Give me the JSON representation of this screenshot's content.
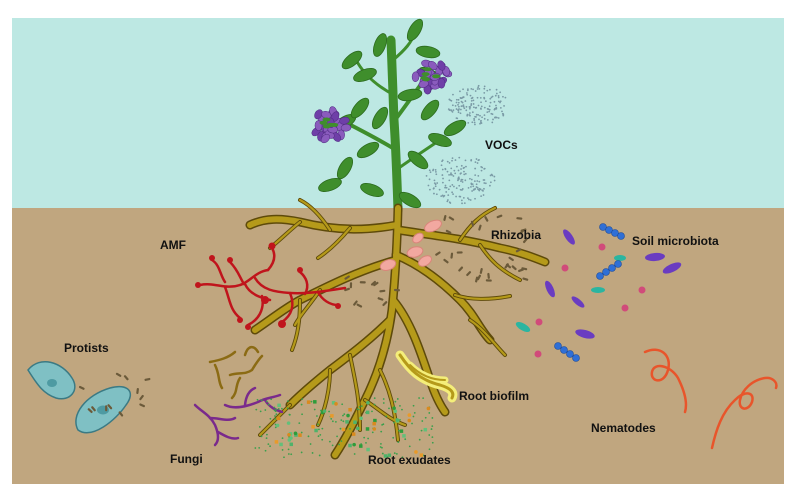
{
  "labels": {
    "vocs": "VOCs",
    "amf": "AMF",
    "rhizobia": "Rhizobia",
    "soil_microbiota": "Soil microbiota",
    "protists": "Protists",
    "fungi": "Fungi",
    "root_biofilm": "Root biofilm",
    "root_exudates": "Root exudates",
    "nematodes": "Nematodes"
  },
  "colors": {
    "sky": "#bde8e3",
    "soil": "#c0a67f",
    "root": "#b59a1a",
    "root_edge": "#5e4a0a",
    "leaf": "#3f8e2c",
    "flower": "#8a5bbd",
    "amf": "#c0141c",
    "fungi_brown": "#8b6b14",
    "fungi_purple": "#7a2a8c",
    "nematode": "#e8552b",
    "protist": "#7fc0c4",
    "biofilm": "#f4ee7a"
  },
  "icons": [
    "plant",
    "flower-icon",
    "voc-cloud",
    "amf-hyphae",
    "rhizobia-nodule",
    "bacteria",
    "protist-icon",
    "fungi-hyphae",
    "nematode-icon",
    "exudate-dots"
  ]
}
